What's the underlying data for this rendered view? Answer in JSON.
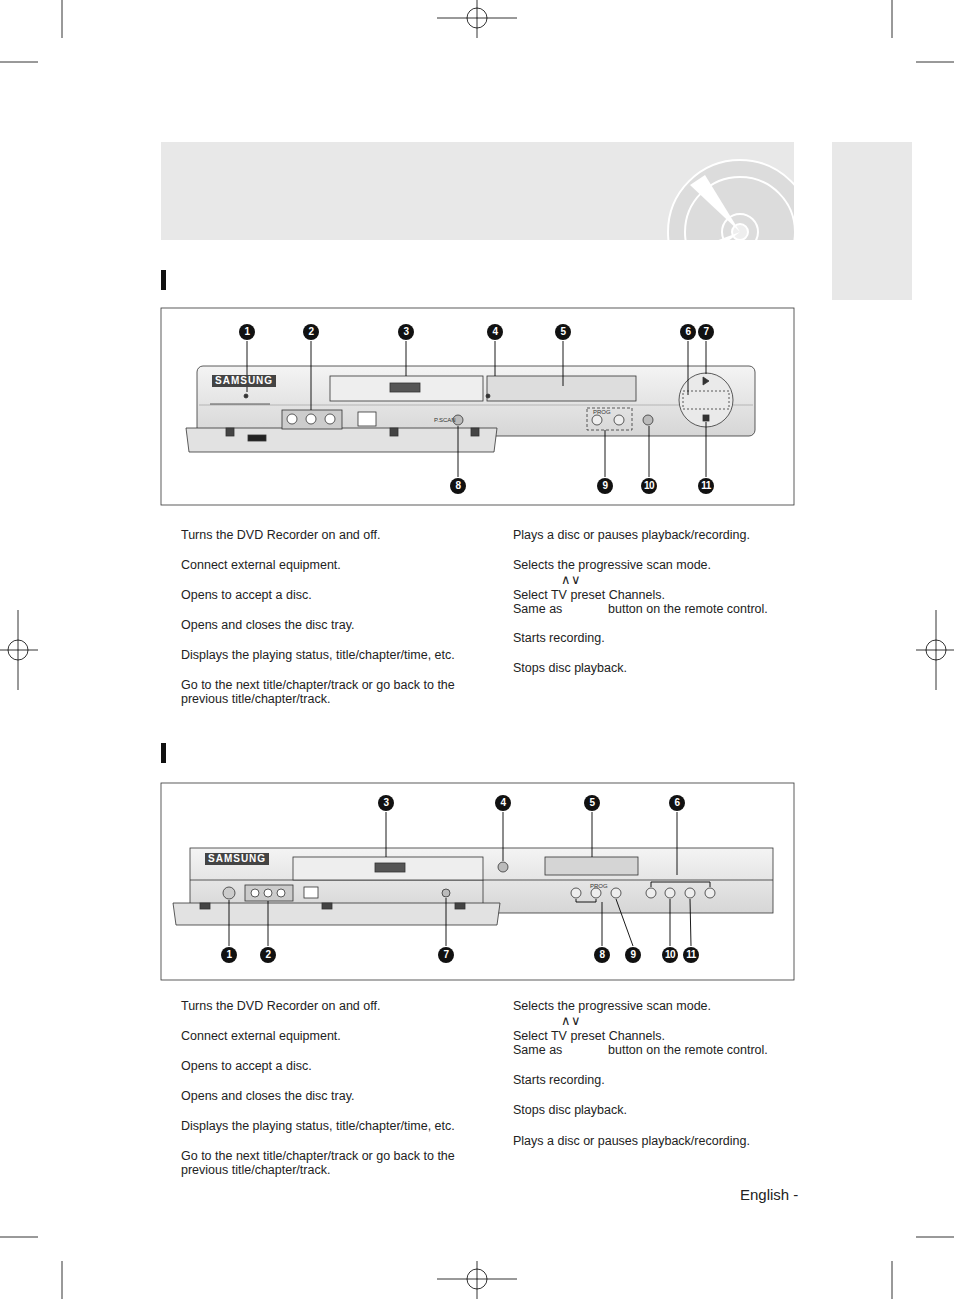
{
  "diagram": {
    "labels": [
      "1",
      "2",
      "3",
      "4",
      "5",
      "6",
      "7",
      "8",
      "9",
      "10",
      "11",
      "SAMSUNG",
      "P.SCAN",
      "PROG",
      "Turns the DVD Recorder on and off.",
      "Connect external equipment.",
      "Opens to accept a disc.",
      "Opens and closes the disc tray.",
      "Displays the playing status, title/chapter/time, etc.",
      "Go to the next title/chapter/track or go back to the previous title/chapter/track.",
      "Plays a disc or pauses playback/recording.",
      "Selects the progressive scan mode.",
      "∧∨",
      "Select TV preset Channels.",
      "Same as",
      "button on the remote control.",
      "Starts recording.",
      "Stops disc playback.",
      "1",
      "2",
      "3",
      "4",
      "5",
      "6",
      "7",
      "8",
      "9",
      "10",
      "11",
      "SAMSUNG",
      "PROG",
      "Turns the DVD Recorder on and off.",
      "Connect external equipment.",
      "Opens to accept a disc.",
      "Opens and closes the disc tray.",
      "Displays the playing status, title/chapter/time, etc.",
      "Go to the next title/chapter/track or go back to the previous title/chapter/track.",
      "Selects the progressive scan mode.",
      "∧∨",
      "Select TV preset Channels.",
      "Same as",
      "button on the remote control.",
      "Starts recording.",
      "Stops disc playback.",
      "Plays a disc or pauses playback/recording.",
      "English -"
    ]
  }
}
